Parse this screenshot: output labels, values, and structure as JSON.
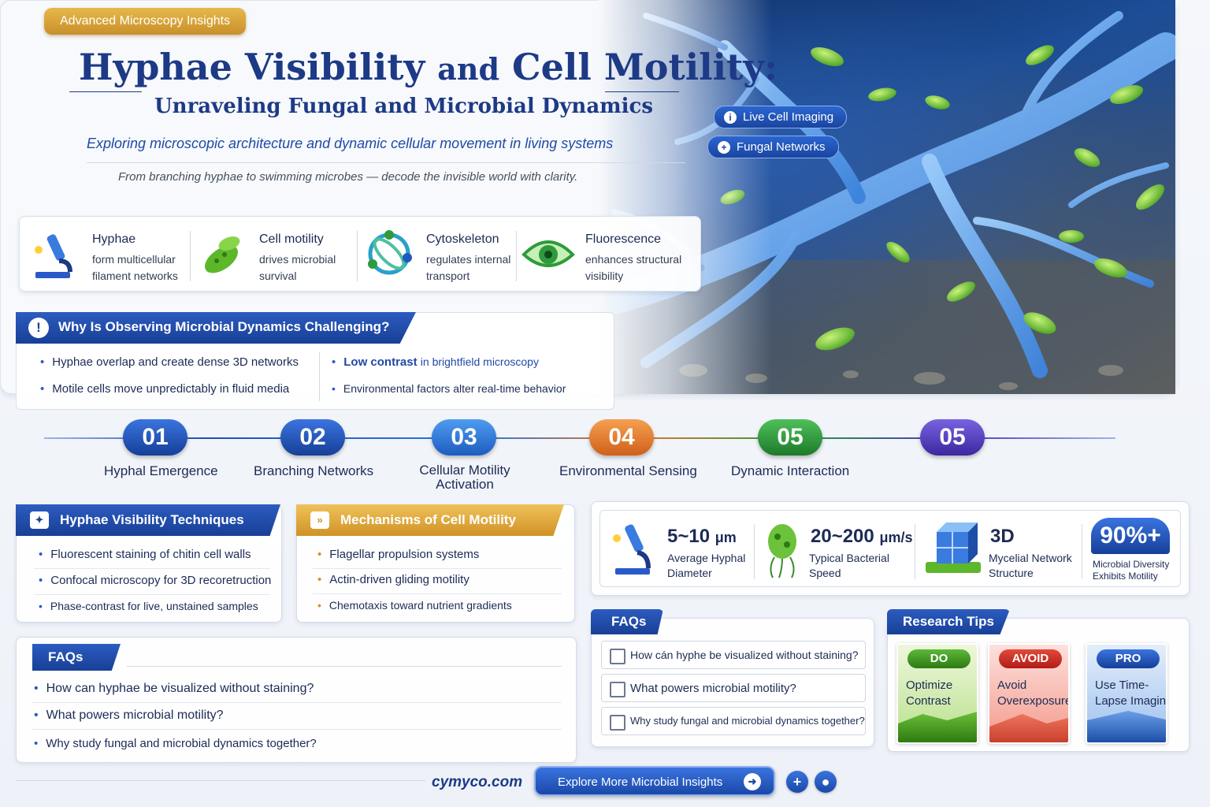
{
  "header": {
    "badge": "Advanced Microscopy Insights",
    "title_a": "Hyphae Visibility",
    "title_b": "and",
    "title_c": "Cell Motility:",
    "subtitle": "Unraveling Fungal and Microbial Dynamics",
    "tagline": "Exploring microscopic architecture and dynamic cellular movement in living systems",
    "note": "From branching hyphae to swimming microbes — decode the invisible world with clarity.",
    "pills": [
      "Live Cell Imaging",
      "Fungal Networks"
    ]
  },
  "features": [
    {
      "title": "Hyphae",
      "text": "form multicellular filament networks",
      "icon": "microscope-icon"
    },
    {
      "title": "Cell motility",
      "text": "drives microbial survival",
      "icon": "bacteria-icon"
    },
    {
      "title": "Cytoskeleton",
      "text": "regulates internal transport",
      "icon": "molecule-icon"
    },
    {
      "title": "Fluorescence",
      "text": "enhances structural visibility",
      "icon": "eye-icon"
    }
  ],
  "challenge": {
    "heading": "Why Is Observing Microbial Dynamics Challenging?",
    "left": [
      "Hyphae overlap and create dense 3D networks",
      "Motile cells move unpredictably in fluid media"
    ],
    "right_1_strong": "Low contrast",
    "right_1_rest": "in brightfield microscopy",
    "right_2": "Environmental factors alter real-time behavior"
  },
  "timeline": [
    {
      "num": "01",
      "label": "Hyphal Emergence",
      "color": "#1f4fb5"
    },
    {
      "num": "02",
      "label": "Branching Networks",
      "color": "#1f4fb5"
    },
    {
      "num": "03",
      "label": "Cellular Motility\nActivation",
      "color": "#2a78d8"
    },
    {
      "num": "04",
      "label": "Environmental Sensing",
      "color": "#e0782a"
    },
    {
      "num": "05",
      "label": "Dynamic Interaction",
      "color": "#2c9a3c"
    },
    {
      "num": "05",
      "label": "",
      "color": "#4a36b8"
    }
  ],
  "techniques": {
    "heading": "Hyphae Visibility Techniques",
    "items": [
      "Fluorescent staining of chitin cell walls",
      "Confocal microscopy for 3D recoretruction",
      "Phase-contrast for live, unstained samples"
    ]
  },
  "mechanisms": {
    "heading": "Mechanisms of Cell Motility",
    "items": [
      "Flagellar propulsion systems",
      "Actin-driven gliding motility",
      "Chemotaxis toward nutrient gradients"
    ]
  },
  "stats": [
    {
      "value": "5~10",
      "unit": "μm",
      "label": "Average Hyphal Diameter"
    },
    {
      "value": "20~200",
      "unit": "μm/s",
      "label": "Typical Bacterial Speed"
    },
    {
      "value": "3D",
      "unit": "",
      "label": "Mycelial Network Structure"
    },
    {
      "value": "90%+",
      "unit": "",
      "label": "Microbial Diversity Exhibits Motility"
    }
  ],
  "faq_left": {
    "heading": "FAQs",
    "items": [
      "How can hyphae be visualized without staining?",
      "What powers microbial motility?",
      "Why study fungal and microbial dynamics together?"
    ]
  },
  "faq_right": {
    "heading": "FAQs",
    "items": [
      "How cán hyphe be visualized without staining?",
      "What powers microbial motility?",
      "Why study fungal and microbial dynamics together?"
    ]
  },
  "tips": {
    "heading": "Research Tips",
    "items": [
      {
        "tag": "DO",
        "text": "Optimize Contrast",
        "color": "#3f9a2c"
      },
      {
        "tag": "AVOID",
        "text": "Avoid Overexposure",
        "color": "#d2302c"
      },
      {
        "tag": "PRO",
        "text": "Use Time-Lapse Imaging",
        "color": "#1f4fb5"
      }
    ]
  },
  "footer": {
    "site": "cymyco.com",
    "cta": "Explore More Microbial Insights"
  }
}
